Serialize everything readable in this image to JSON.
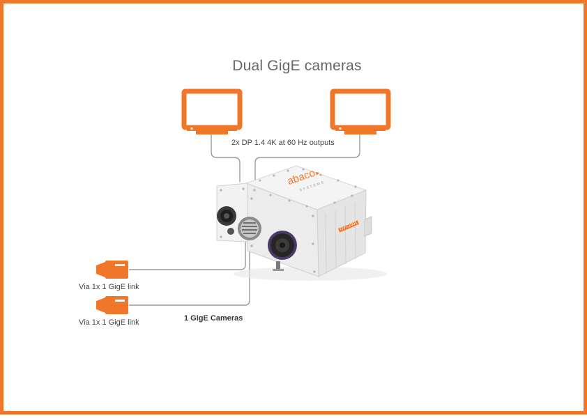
{
  "title": "Dual GigE cameras",
  "display_output_label": "2x DP 1.4 4K at 60 Hz outputs",
  "camera_links": [
    {
      "label": "Via 1x 1 GigE link"
    },
    {
      "label": "Via 1x 1 GigE link"
    }
  ],
  "cameras_caption": "1 GigE Cameras",
  "device": {
    "brand_text": "abaco",
    "brand_subtext": "SYSTEMS",
    "model_badge": "GVC1001"
  },
  "colors": {
    "accent": "#f0772a",
    "line": "#9a9a9a",
    "device_body": "#eeeeee"
  },
  "icons": [
    "monitor-icon",
    "monitor-icon",
    "video-camera-icon",
    "video-camera-icon"
  ]
}
